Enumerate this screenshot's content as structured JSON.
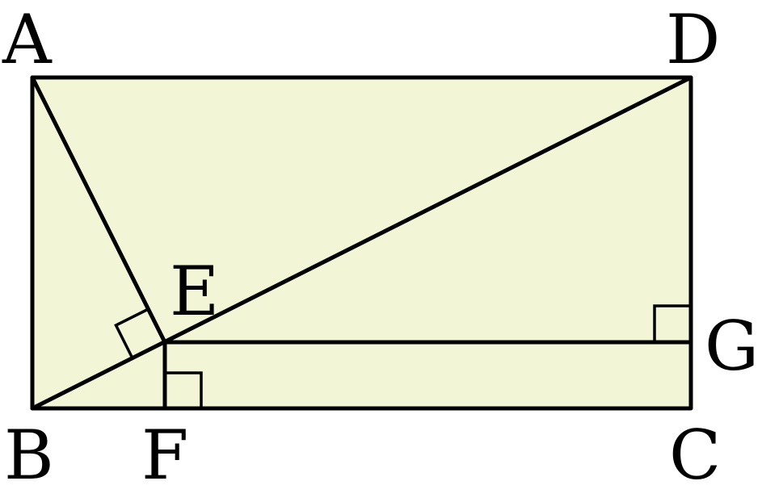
{
  "colors": {
    "fill": "#f2f6d6",
    "stroke": "#000000"
  },
  "points": {
    "A": "A",
    "B": "B",
    "C": "C",
    "D": "D",
    "E": "E",
    "F": "F",
    "G": "G"
  }
}
